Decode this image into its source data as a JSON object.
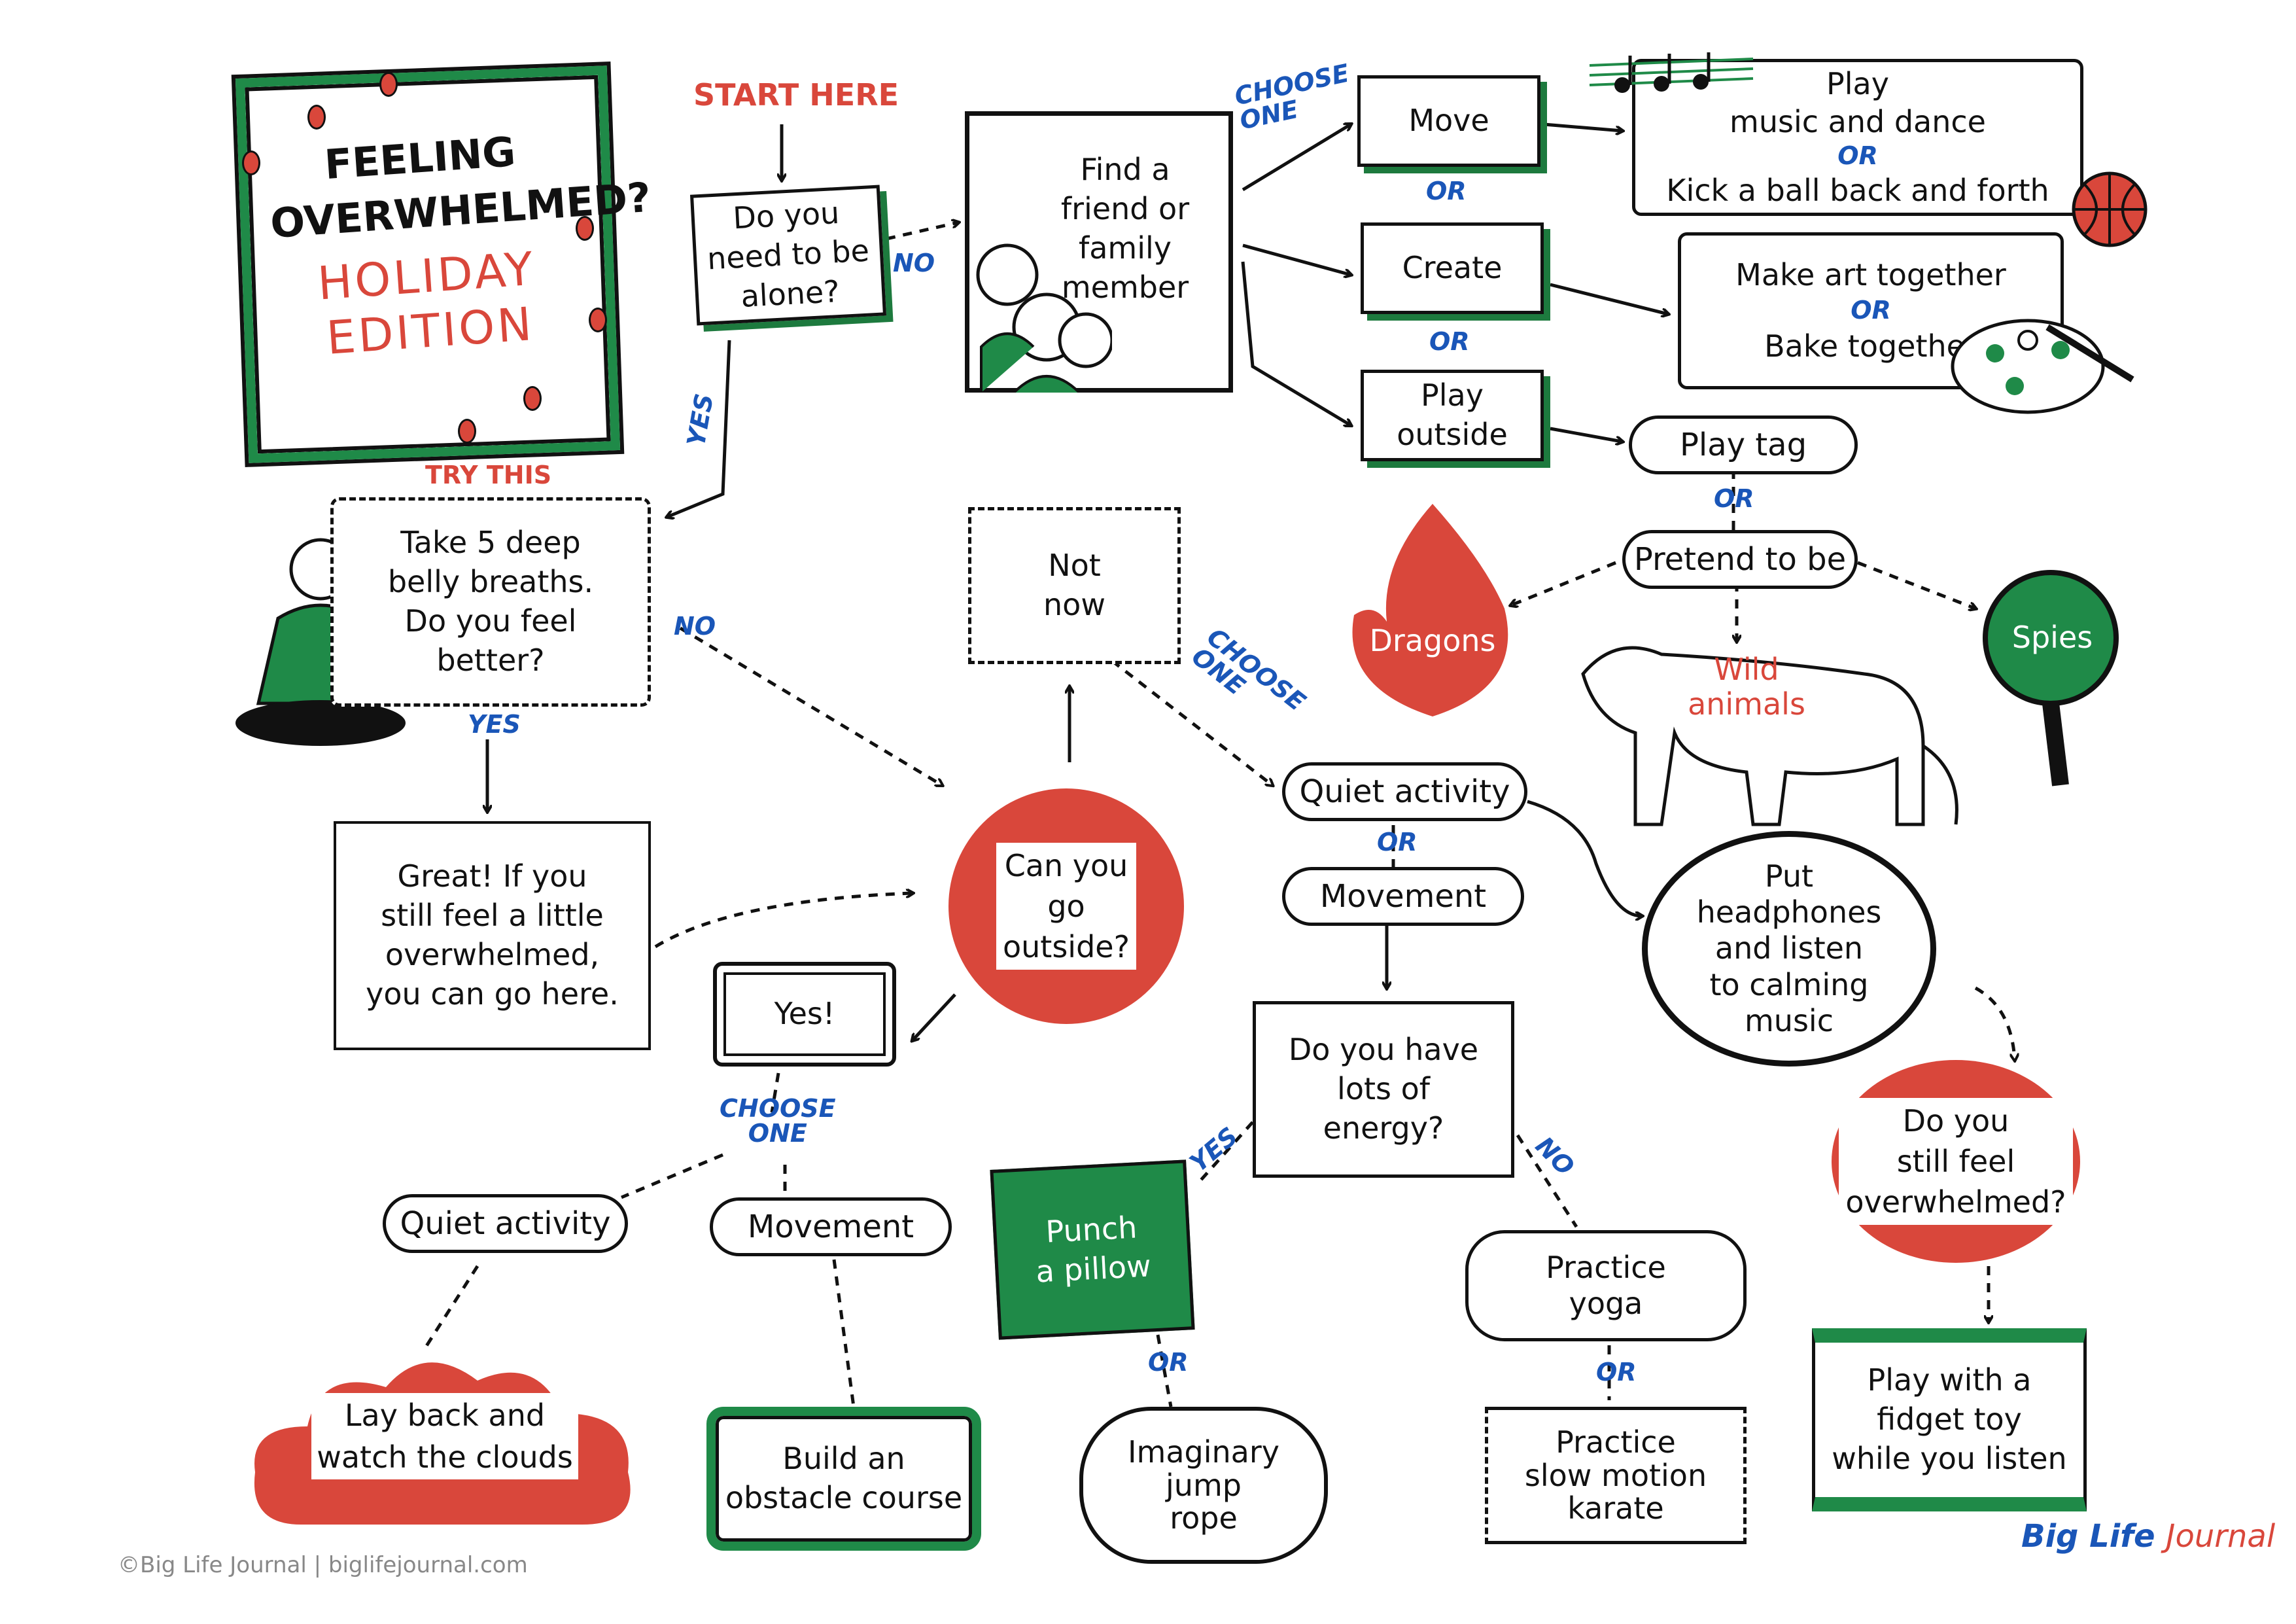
{
  "title": {
    "line1": "FEELING\nOVERWHELMED?",
    "line2": "HOLIDAY\nEDITION"
  },
  "start_here": "START HERE",
  "try_this": "TRY THIS",
  "nodes": {
    "alone": "Do you\nneed to be\nalone?",
    "friend": "Find a\nfriend or\nfamily\nmember",
    "move": "Move",
    "create": "Create",
    "play_outside": "Play\noutside",
    "music_dance": "Play\nmusic and dance",
    "kick_ball": "Kick a ball back and forth",
    "make_art": "Make art together",
    "bake": "Bake together",
    "play_tag": "Play tag",
    "pretend": "Pretend to be",
    "dragons": "Dragons",
    "wild_animals": "Wild\nanimals",
    "spies": "Spies",
    "breaths": "Take 5 deep\nbelly breaths.\nDo you feel\nbetter?",
    "great": "Great! If you\nstill feel a little\noverwhelmed,\nyou can go here.",
    "not_now": "Not\nnow",
    "go_outside": "Can you\ngo\noutside?",
    "quiet_activity_r": "Quiet activity",
    "movement_r": "Movement",
    "headphones": "Put\nheadphones\nand listen\nto calming\nmusic",
    "still_overwhelmed": "Do you\nstill feel\noverwhelmed?",
    "fidget": "Play with a\nfidget toy\nwhile you listen",
    "lots_energy": "Do you have\nlots of\nenergy?",
    "punch_pillow": "Punch\na pillow",
    "jump_rope": "Imaginary\njump\nrope",
    "yoga": "Practice\nyoga",
    "karate": "Practice\nslow motion\nkarate",
    "yes_box": "Yes!",
    "quiet_activity_l": "Quiet activity",
    "movement_l": "Movement",
    "clouds": "Lay back and\nwatch the clouds",
    "obstacle": "Build an\nobstacle course"
  },
  "labels": {
    "no1": "NO",
    "yes1": "YES",
    "choose_one_1": "CHOOSE\nONE",
    "or_move": "OR",
    "or_create": "OR",
    "or_music": "OR",
    "or_art": "OR",
    "or_tag": "OR",
    "no2": "NO",
    "yes2": "YES",
    "choose_one_2": "CHOOSE\nONE",
    "or_quiet": "OR",
    "choose_one_3": "CHOOSE\nONE",
    "yes3": "YES",
    "no3": "NO",
    "or_pillow": "OR",
    "or_yoga": "OR"
  },
  "footer": "©Big Life Journal | biglifejournal.com",
  "logo": {
    "main": "Big Life ",
    "accent": "Journal"
  },
  "colors": {
    "accent_red": "#d9473b",
    "accent_green": "#1f8a48",
    "label_blue": "#1a56b8"
  }
}
